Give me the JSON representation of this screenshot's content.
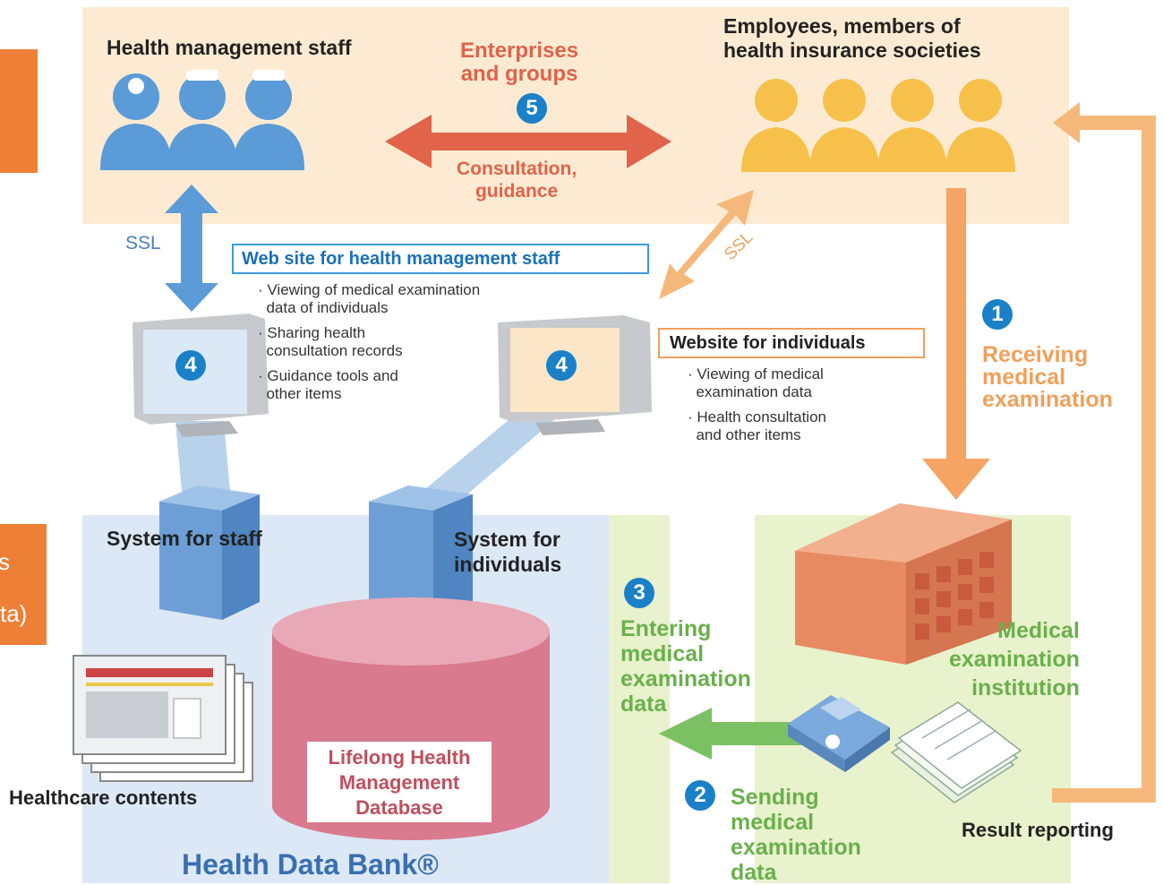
{
  "people": {
    "staff_title": "Health management staff",
    "employees_title": "Employees, members of\nhealth insurance societies",
    "enterprises": "Enterprises\nand groups",
    "consultation": "Consultation,\nguidance"
  },
  "steps": {
    "one": "1",
    "two": "2",
    "three": "3",
    "four": "4",
    "five": "5"
  },
  "ssl_left": "SSL",
  "ssl_right": "SSL",
  "staff_site": {
    "title": "Web site for health management staff",
    "bullets": [
      "· Viewing of medical examination\n  data of individuals",
      "· Sharing health\n  consultation records",
      "· Guidance tools and\n  other items"
    ]
  },
  "individual_site": {
    "title": "Website for individuals",
    "bullets": [
      "· Viewing of medical\n  examination data",
      "· Health consultation\n  and other items"
    ]
  },
  "receiving": "Receiving\nmedical\nexamination",
  "system_staff": "System for staff",
  "system_individuals": "System for\nindividuals",
  "entering": "Entering\nmedical\nexamination\ndata",
  "sending": "Sending\nmedical\nexamination\ndata",
  "institution": "Medical\nexamination\ninstitution",
  "result_reporting": "Result reporting",
  "database": "Lifelong Health\nManagement\nDatabase",
  "healthcare_contents": "Healthcare contents",
  "health_data_bank": "Health Data Bank®",
  "sidebar_fragments": {
    "s": "s",
    "ta": "ta)"
  },
  "colors": {
    "top_band": "#fcebd2",
    "bank_area": "#dce8f5",
    "green_area": "#e8f2cc",
    "blue": "#5b9bd8",
    "orange": "#f5a463",
    "green": "#6ab04c",
    "red_orange": "#e0634a",
    "db": "#d97a8e",
    "tab_orange": "#ee7f36",
    "num_blue": "#1a80c8"
  }
}
